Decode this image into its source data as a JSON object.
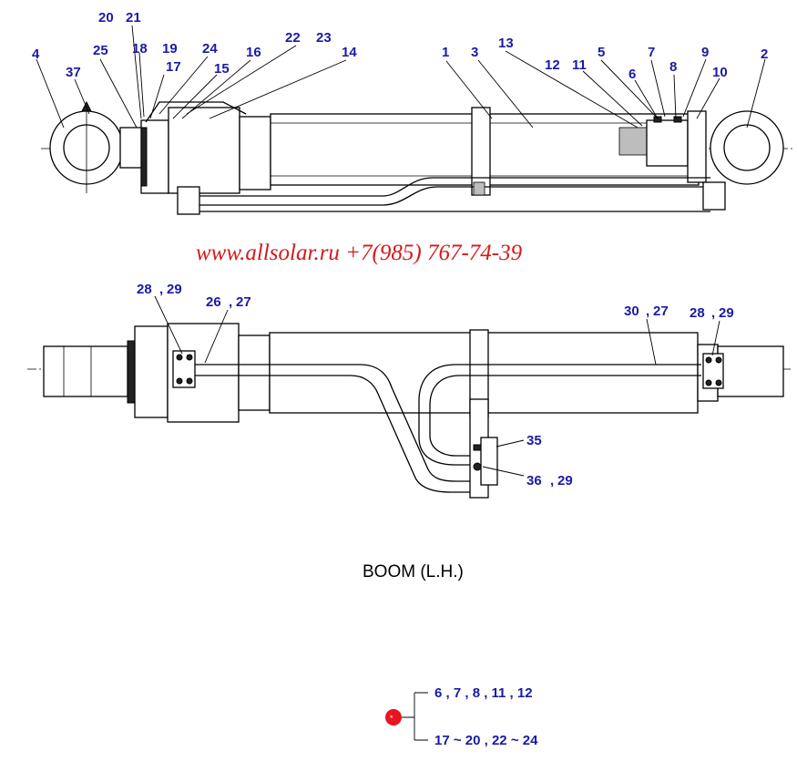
{
  "watermark": "www.allsolar.ru +7(985) 767-74-39",
  "view_title": "BOOM (L.H.)",
  "callouts_top": [
    "20",
    "21",
    "25",
    "18",
    "19",
    "17",
    "24",
    "15",
    "16",
    "22",
    "23",
    "14",
    "4",
    "37",
    "1",
    "3",
    "13",
    "12",
    "11",
    "5",
    "7",
    "6",
    "8",
    "9",
    "10",
    "2"
  ],
  "callouts_bottom": [
    "28",
    "29",
    "26",
    "27",
    "30",
    "27",
    "28",
    "29",
    "35",
    "36",
    "29"
  ],
  "legend": {
    "marker_color": "#e8141e",
    "group_a": "6 , 7 , 8 , 11 , 12",
    "group_b": "17 ~ 20 ,  22 ~ 24"
  },
  "colors": {
    "callout": "#1a1aa6",
    "watermark": "#d41a1a",
    "lines": "#000000"
  }
}
